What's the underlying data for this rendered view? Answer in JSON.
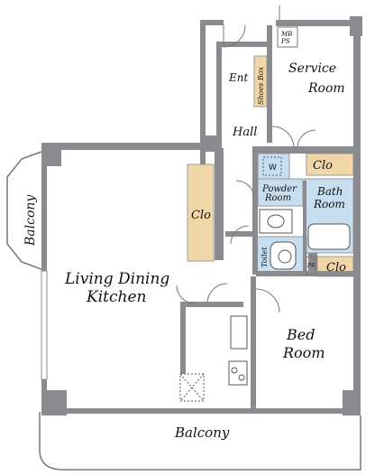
{
  "rooms": {
    "service_room": [
      "Service",
      "Room"
    ],
    "bed_room": [
      "Bed",
      "Room"
    ],
    "living": [
      "Living Dining",
      "Kitchen"
    ],
    "bath_room": [
      "Bath",
      "Room"
    ],
    "powder_room": [
      "Powder",
      "Room"
    ]
  },
  "labels": {
    "entrance": "Ent",
    "shoes_box": "Shoes Box",
    "hall": "Hall",
    "clo_top": "Clo",
    "clo_living": "Clo",
    "clo_bed": "Clo",
    "toilet": "Toilet",
    "washer": "W",
    "balcony_left": "Balcony",
    "balcony_bottom": "Balcony",
    "mb": "MB",
    "ps": "PS",
    "ps_small": "PS"
  },
  "colors": {
    "wall": "#8a8a8f",
    "closet": "#f1d6a8",
    "wet": "#c7def1",
    "balcony_line": "#777777",
    "background": "#ffffff"
  }
}
